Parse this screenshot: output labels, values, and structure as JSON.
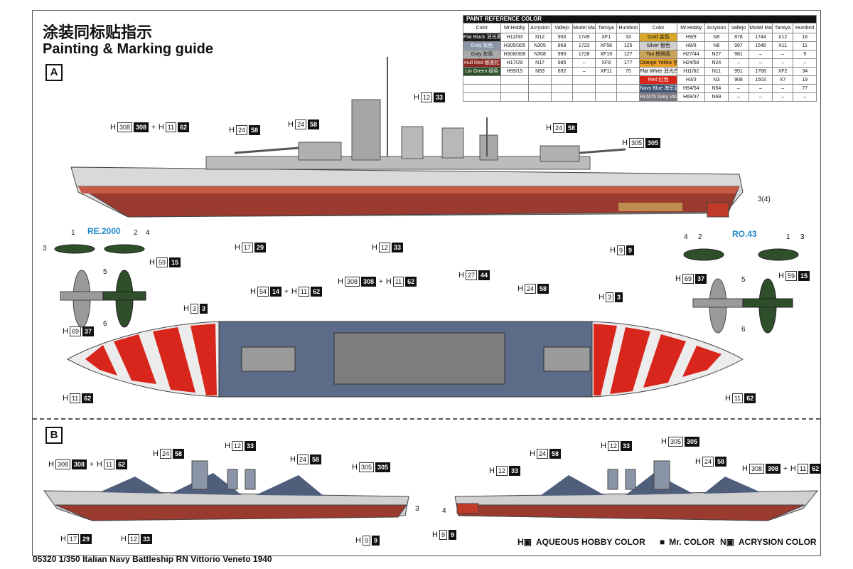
{
  "title_cn": "涂装同标贴指示",
  "title_en": "Painting & Marking guide",
  "sections": {
    "a": "A",
    "b": "B"
  },
  "paint_table": {
    "caption": "PAINT  REFERENCE COLOR",
    "headers": [
      "Color",
      "Mr.Hobby",
      "Acrysion",
      "Vallejo",
      "Model Master",
      "Tamiya",
      "Humbrol"
    ],
    "left": [
      {
        "name": "Flat Black",
        "cn": "消光黑",
        "h_a": "12",
        "h_b": "33",
        "n": "12",
        "vallejo": "950",
        "mm": "1749",
        "tamiya": "XF1",
        "humbrol": "33",
        "color": "#1a1a1a"
      },
      {
        "name": "Gray",
        "cn": "灰色",
        "h_a": "305",
        "h_b": "305",
        "n": "305",
        "vallejo": "868",
        "mm": "1723",
        "tamiya": "XF58",
        "humbrol": "125",
        "color": "#8a96a8"
      },
      {
        "name": "Gray",
        "cn": "灰色",
        "h_a": "308",
        "h_b": "308",
        "n": "308",
        "vallejo": "990",
        "mm": "1728",
        "tamiya": "XF19",
        "humbrol": "127",
        "color": "#a9a9a9"
      },
      {
        "name": "Hull Red",
        "cn": "舰底红",
        "h_a": "17",
        "h_b": "29",
        "n": "17",
        "vallejo": "985",
        "mm": "–",
        "tamiya": "XF9",
        "humbrol": "177",
        "color": "#8b2a22"
      },
      {
        "name": "Lin Green",
        "cn": "绿色",
        "h_a": "59",
        "h_b": "15",
        "n": "59",
        "vallejo": "892",
        "mm": "–",
        "tamiya": "XF11",
        "humbrol": "75",
        "color": "#2f4f2a"
      }
    ],
    "right": [
      {
        "name": "Gold",
        "cn": "金色",
        "h_a": "9",
        "h_b": "9",
        "n": "9",
        "vallejo": "878",
        "mm": "1744",
        "tamiya": "X12",
        "humbrol": "16",
        "color": "#d9a728"
      },
      {
        "name": "Silver",
        "cn": "银色",
        "h_a": "8",
        "h_b": "8",
        "n": "8",
        "vallejo": "997",
        "mm": "1546",
        "tamiya": "X11",
        "humbrol": "11",
        "color": "#d0d0d0"
      },
      {
        "name": "Tan",
        "cn": "棕褐色",
        "h_a": "27",
        "h_b": "44",
        "n": "27",
        "vallejo": "981",
        "mm": "–",
        "tamiya": "–",
        "humbrol": "9",
        "color": "#c9a35a"
      },
      {
        "name": "Orange Yellow",
        "cn": "橙黄色",
        "h_a": "24",
        "h_b": "58",
        "n": "24",
        "vallejo": "–",
        "mm": "–",
        "tamiya": "–",
        "humbrol": "–",
        "color": "#e8a02a"
      },
      {
        "name": "Flat White",
        "cn": "消光白",
        "h_a": "11",
        "h_b": "62",
        "n": "11",
        "vallejo": "951",
        "mm": "1768",
        "tamiya": "XF2",
        "humbrol": "34",
        "color": "#f4f4f4"
      },
      {
        "name": "Red",
        "cn": "红色",
        "h_a": "3",
        "h_b": "3",
        "n": "3",
        "vallejo": "908",
        "mm": "1503",
        "tamiya": "X7",
        "humbrol": "19",
        "color": "#d8261c"
      },
      {
        "name": "Navy Blue",
        "cn": "海军蓝",
        "h_a": "54",
        "h_b": "54",
        "n": "54",
        "vallejo": "–",
        "mm": "–",
        "tamiya": "–",
        "humbrol": "77",
        "color": "#3f5574"
      },
      {
        "name": "RLM75 Grey Violet",
        "cn": "灰紫色",
        "h_a": "69",
        "h_b": "37",
        "n": "69",
        "vallejo": "–",
        "mm": "–",
        "tamiya": "–",
        "humbrol": "–",
        "color": "#7b7880"
      }
    ]
  },
  "codes": {
    "h308": {
      "h": "308",
      "b": "308"
    },
    "h11": {
      "h": "11",
      "b": "62"
    },
    "h24": {
      "h": "24",
      "b": "58"
    },
    "h12": {
      "h": "12",
      "b": "33"
    },
    "h305": {
      "h": "305",
      "b": "305"
    },
    "h17": {
      "h": "17",
      "b": "29"
    },
    "h9": {
      "h": "9",
      "b": "9"
    },
    "h59": {
      "h": "59",
      "b": "15"
    },
    "h69": {
      "h": "69",
      "b": "37"
    },
    "h3": {
      "h": "3",
      "b": "3"
    },
    "h54": {
      "h": "54",
      "b": "14"
    },
    "h27": {
      "h": "27",
      "b": "44"
    }
  },
  "prefix": {
    "h": "H",
    "plus": "+"
  },
  "aircraft": {
    "left": "RE.2000",
    "right": "RO.43"
  },
  "callouts": {
    "n1": "1",
    "n2": "2",
    "n3": "3",
    "n4": "4",
    "n5": "5",
    "n6": "6",
    "n34": "3(4)"
  },
  "legend": {
    "aqueous": "AQUEOUS HOBBY COLOR",
    "mr": "Mr. COLOR",
    "acrysion": "ACRYSION COLOR",
    "h_sym": "H",
    "n_sym": "N"
  },
  "footer": "05320 1/350 Italian Navy Battleship RN Vittorio Veneto 1940"
}
